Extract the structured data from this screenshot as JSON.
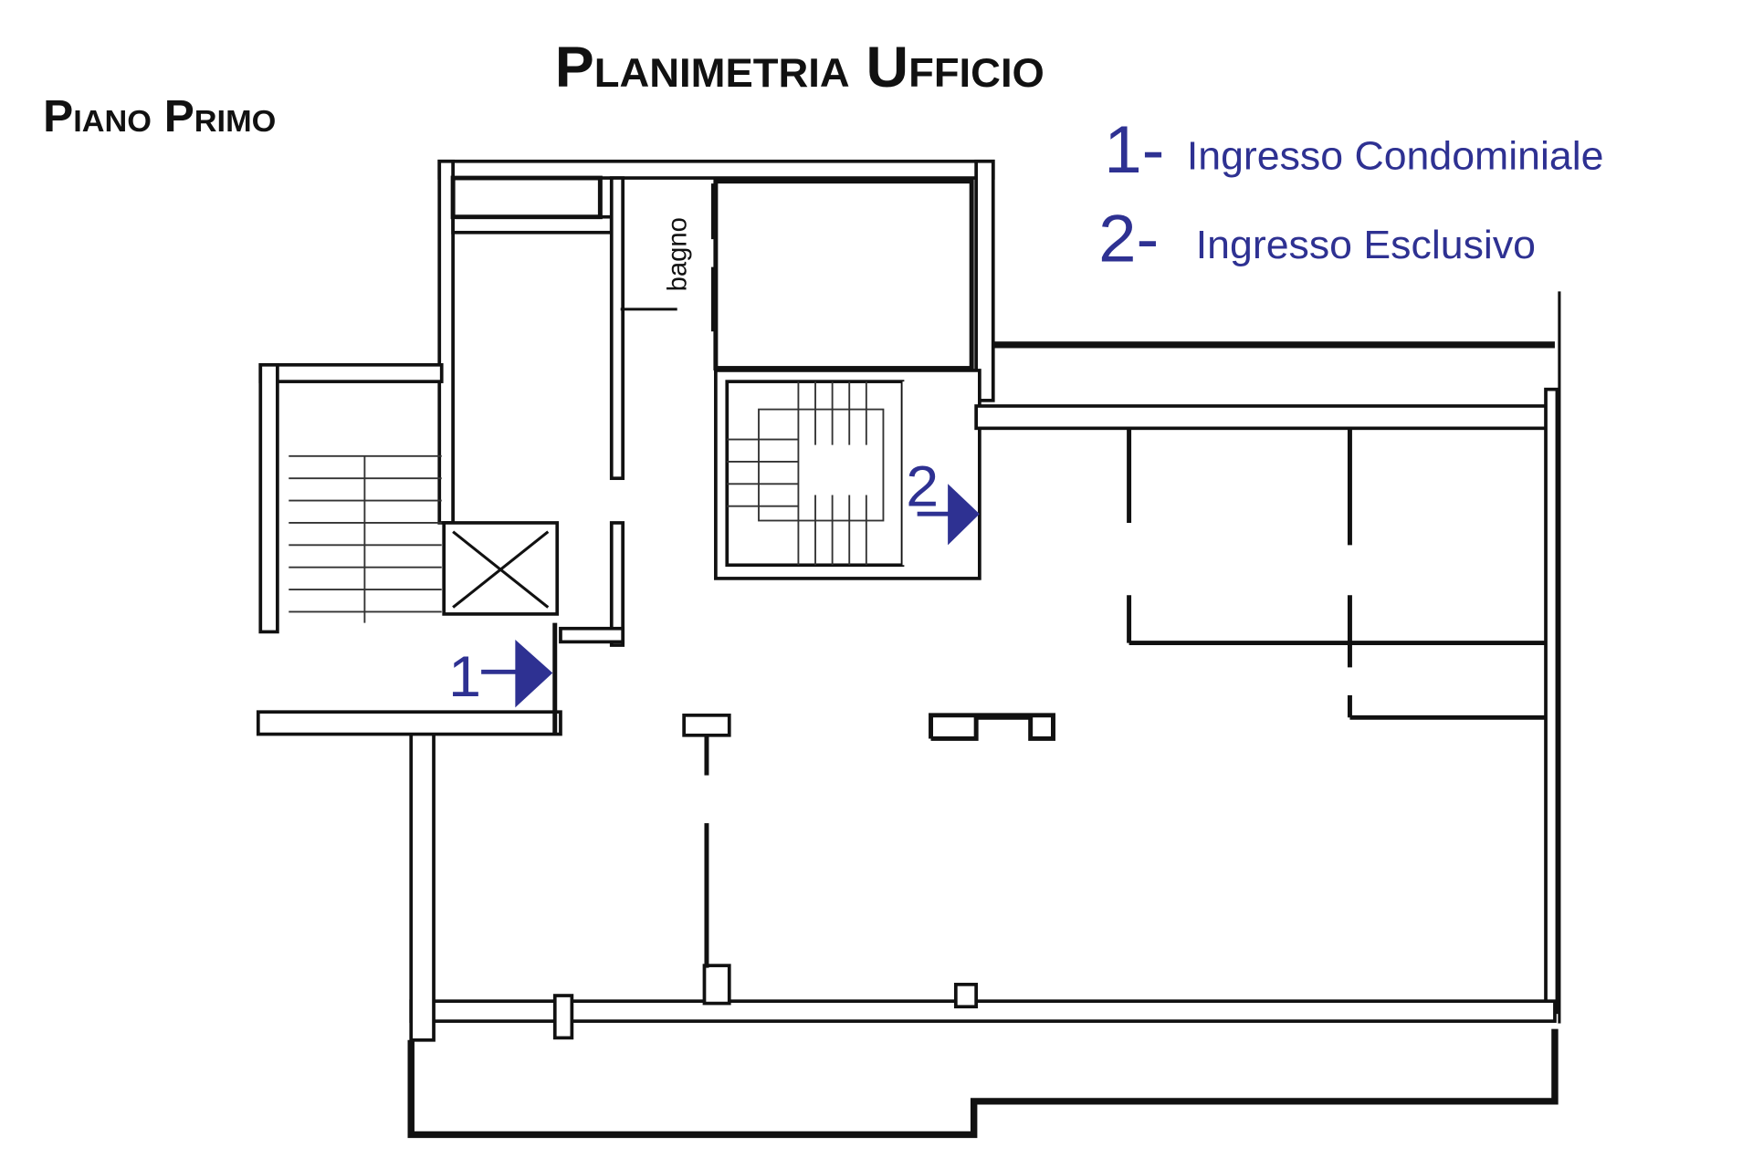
{
  "title": "Planimetria Ufficio",
  "floor": "Piano Primo",
  "legend": [
    {
      "number": "1-",
      "label": "Ingresso Condominiale"
    },
    {
      "number": "2-",
      "label": "Ingresso Esclusivo"
    }
  ],
  "room_labels": {
    "bathroom": "bagno"
  },
  "markers": [
    {
      "number": "1"
    },
    {
      "number": "2"
    }
  ],
  "colors": {
    "accent": "#2e3192",
    "ink": "#111111"
  }
}
